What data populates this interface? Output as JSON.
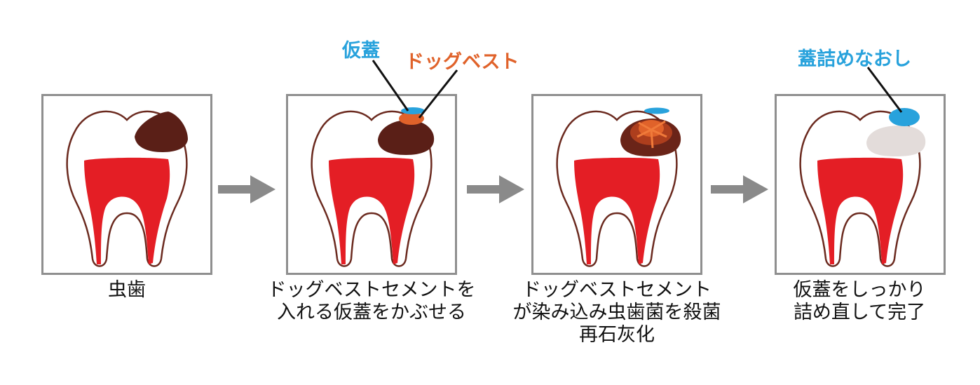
{
  "colors": {
    "frame": "#8f8f8f",
    "tooth_outline": "#6b2a1f",
    "pulp": "#e41e25",
    "caries": "#5a1f17",
    "dogbest_cement": "#e0622a",
    "temporary_cap": "#28a2dc",
    "remineralized": "#e3dcda",
    "arrow": "#8a8a8a"
  },
  "callouts": {
    "temporary_cap": "仮蓋",
    "dogbest": "ドッグベスト",
    "refill": "蓋詰めなおし"
  },
  "steps": [
    {
      "caption": [
        "虫歯"
      ]
    },
    {
      "caption": [
        "ドッグベストセメントを",
        "入れる仮蓋をかぶせる"
      ]
    },
    {
      "caption": [
        "ドッグベストセメント",
        "が染み込み虫歯菌を殺菌",
        "再石灰化"
      ]
    },
    {
      "caption": [
        "仮蓋をしっかり",
        "詰め直して完了"
      ]
    }
  ]
}
